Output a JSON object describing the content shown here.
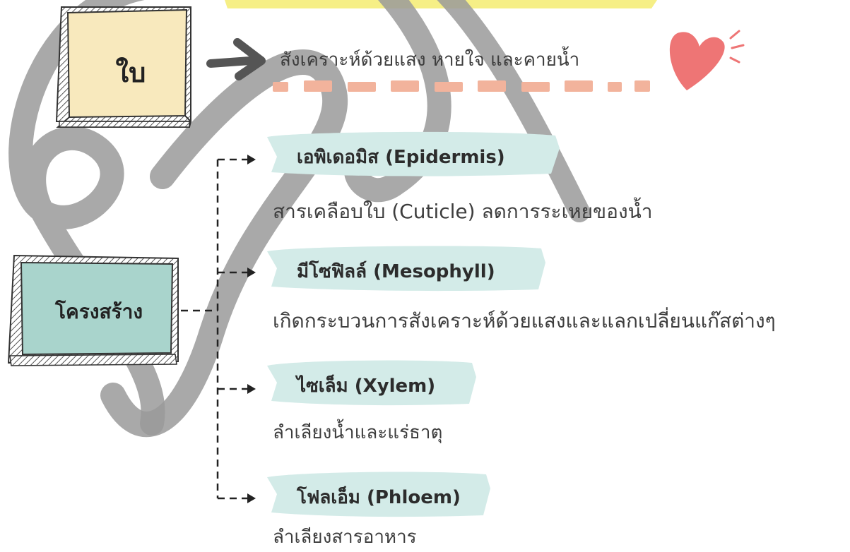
{
  "leaf_box": {
    "label": "ใบ",
    "fill": "#f8e9bd"
  },
  "leaf_function": "สังเคราะห์ด้วยแสง หายใจ และคายน้ำ",
  "structure_box": {
    "label": "โครงสร้าง",
    "fill": "#a9d4cc"
  },
  "parts": [
    {
      "name": "เอพิเดอมิส (Epidermis)",
      "description": "สารเคลือบใบ (Cuticle) ลดการระเหยของน้ำ"
    },
    {
      "name": "มีโซฟิลล์ (Mesophyll)",
      "description": "เกิดกระบวนการสังเคราะห์ด้วยแสงและแลกเปลี่ยนแก๊สต่างๆ"
    },
    {
      "name": "ไซเล็ม (Xylem)",
      "description": "ลำเลียงน้ำและแร่ธาตุ"
    },
    {
      "name": "โฟลเอ็ม (Phloem)",
      "description": "ลำเลียงสารอาหาร"
    }
  ],
  "colors": {
    "watermark": "#9a9a9a",
    "brush": "#d3ebe8",
    "dash": "#f2b39c",
    "heart": "#ee7575",
    "arrow": "#555555",
    "highlight": "#f6ef86"
  },
  "icons": [
    "right-arrow-icon",
    "heart-icon",
    "watermark-logo"
  ]
}
